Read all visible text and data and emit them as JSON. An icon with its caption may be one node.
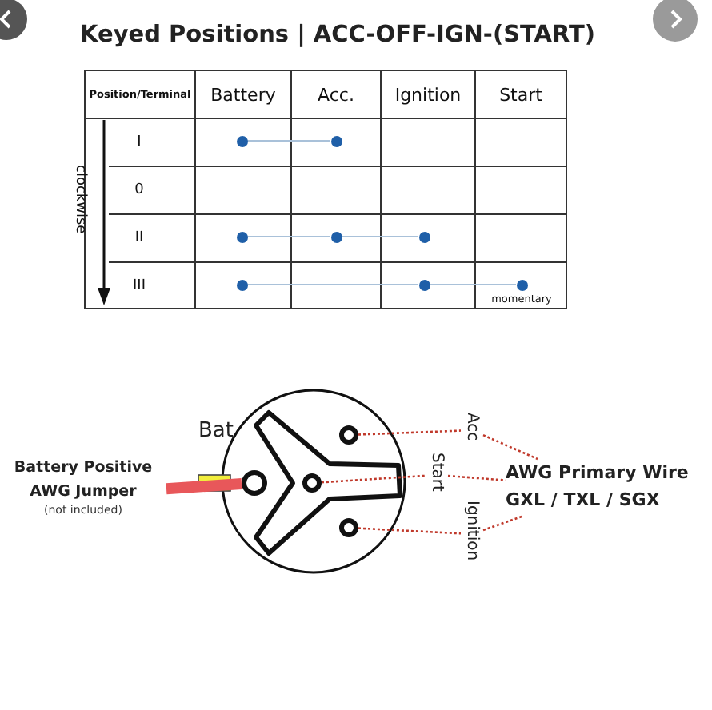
{
  "diagram": {
    "title": "Keyed Positions | ACC-OFF-IGN-(START)",
    "nodes": [
      {
        "text": [],
        "shape": "circle"
      },
      {
        "text": [],
        "shape": "circle"
      },
      {
        "text": [],
        "shape": "circle"
      },
      {
        "text": [],
        "shape": "circle"
      },
      {
        "text": [],
        "shape": "circle"
      },
      {
        "text": [],
        "shape": "circle"
      },
      {
        "text": [],
        "shape": "circle"
      },
      {
        "text": [],
        "shape": "circle"
      },
      {
        "text": [
          "Battery Positive AWG Jumper",
          "(not included)"
        ]
      },
      {
        "text": [],
        "shape": "circle",
        "beside": [
          "Bat"
        ]
      },
      {
        "text": [],
        "shape": "circle"
      },
      {
        "text": [],
        "shape": "circle",
        "in": 17
      },
      {
        "text": [],
        "shape": "circle"
      },
      {
        "text": [
          "Acc"
        ]
      },
      {
        "text": [
          "Start"
        ]
      },
      {
        "text": [
          "Ignition"
        ]
      },
      {
        "text": [
          "AWG Primary Wire GXL / TXL / SGX"
        ]
      },
      {
        "text": [],
        "shape": "picture"
      }
    ],
    "edges": [
      {
        "from": 0,
        "to": 1,
        "arrow": "none",
        "color": "#a9c1d9"
      },
      {
        "from": 2,
        "to": 3,
        "arrow": "none",
        "color": "#a9c1d9"
      },
      {
        "from": 3,
        "to": 4,
        "arrow": "none",
        "color": "#a9c1d9"
      },
      {
        "from": 5,
        "to": 6,
        "arrow": "none",
        "color": "#a9c1d9"
      },
      {
        "from": 6,
        "to": 7,
        "arrow": "none",
        "color": "#a9c1d9"
      },
      {
        "from": 8,
        "to": 9,
        "arrow": "none",
        "style": "thick",
        "color": "#e8575a"
      },
      {
        "from": 10,
        "to": 13,
        "arrow": "none",
        "style": "dashed",
        "color": "#c0392b"
      },
      {
        "from": 11,
        "to": 14,
        "arrow": "none",
        "style": "dashed",
        "color": "#c0392b"
      },
      {
        "from": 12,
        "to": 15,
        "arrow": "none",
        "style": "dashed",
        "color": "#c0392b"
      },
      {
        "from": 13,
        "to": 16,
        "arrow": "none",
        "style": "dashed",
        "color": "#c0392b"
      },
      {
        "from": 14,
        "to": 16,
        "arrow": "none",
        "style": "dashed",
        "color": "#c0392b"
      },
      {
        "from": 15,
        "to": 16,
        "arrow": "none",
        "style": "dashed",
        "color": "#c0392b"
      }
    ],
    "labels": [
      "Position/Terminal",
      "Battery",
      "Acc.",
      "Ignition",
      "Start",
      "I",
      "0",
      "II",
      "III",
      "momentary",
      "clockwise"
    ]
  }
}
